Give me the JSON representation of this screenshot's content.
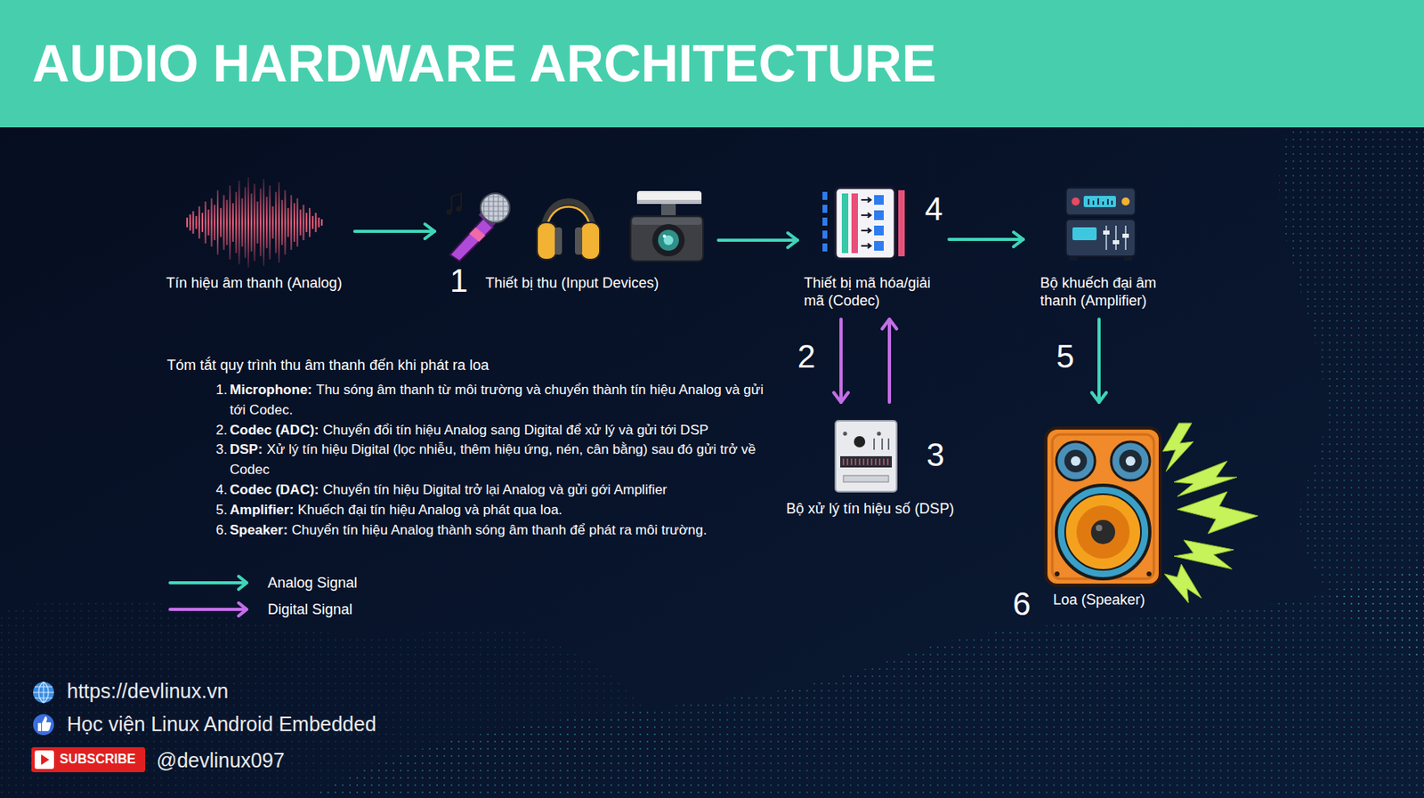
{
  "diagram": {
    "title": "AUDIO HARDWARE ARCHITECTURE",
    "nodes": [
      {
        "text": [
          "Tín hiệu âm thanh (Analog)"
        ]
      },
      {
        "text": [
          "Thiết bị thu (Input Devices)"
        ]
      },
      {
        "text": [
          "Thiết bị mã hóa/giải mã (Codec)"
        ]
      },
      {
        "text": [
          "Bộ khuếch đại âm thanh (Amplifier)"
        ]
      },
      {
        "text": [
          "Bộ xử lý tín hiệu số (DSP)"
        ]
      },
      {
        "text": [
          "Loa (Speaker)"
        ]
      }
    ],
    "edges": [
      {
        "from": 0,
        "to": 1,
        "arrow": "to"
      },
      {
        "from": 1,
        "to": 2,
        "arrow": "to"
      },
      {
        "from": 2,
        "to": 3,
        "arrow": "to"
      },
      {
        "from": 2,
        "to": 4,
        "arrow": "to"
      },
      {
        "from": 4,
        "to": 2,
        "arrow": "to"
      },
      {
        "from": 3,
        "to": 5,
        "arrow": "to"
      }
    ],
    "labels": [
      "1",
      "4",
      "2",
      "3",
      "5",
      "6",
      "Tóm tắt quy trình thu âm thanh đến khi phát ra loa",
      "1.",
      "Microphone:",
      "Thu sóng âm thanh từ môi trường và chuyển thành tín hiệu Analog và gửi tới Codec.",
      "2.",
      "Codec (ADC):",
      "Chuyển đổi tín hiệu Analog sang Digital để xử lý và gửi tới DSP",
      "3.",
      "DSP:",
      "Xử lý tín hiệu Digital (lọc nhiễu, thêm hiệu ứng, nén, cân bằng) sau đó gửi trở về Codec",
      "4.",
      "Codec (DAC):",
      "Chuyển tín hiệu Digital trở lại Analog và gửi gới Amplifier",
      "5.",
      "Amplifier:",
      "Khuếch đại tín hiệu Analog và phát qua loa.",
      "6.",
      "Speaker:",
      "Chuyển tín hiệu Analog thành sóng âm thanh để phát ra môi trường.",
      "https://devlinux.vn",
      "Học viện Linux Android Embedded",
      "SUBSCRIBE",
      "@devlinux097"
    ],
    "legend": [
      {
        "text": "Analog Signal"
      },
      {
        "text": "Digital Signal"
      }
    ]
  }
}
